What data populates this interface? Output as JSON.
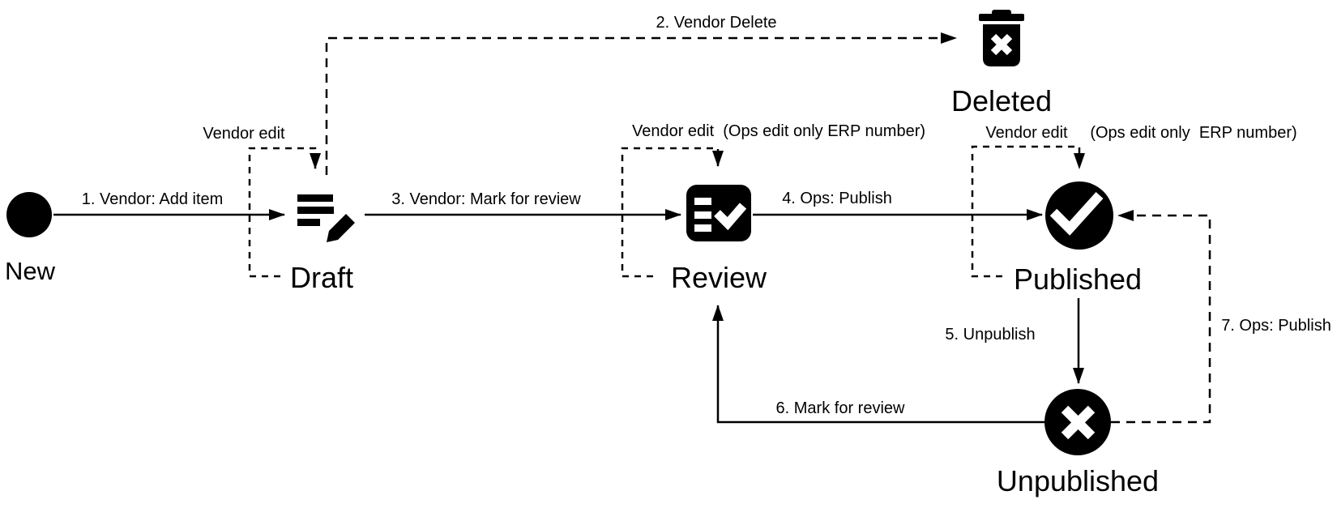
{
  "colors": {
    "ink": "#000000",
    "paper": "#ffffff"
  },
  "states": {
    "new": {
      "label": "New",
      "icon": "filled-circle-icon"
    },
    "draft": {
      "label": "Draft",
      "icon": "edit-lines-pencil-icon",
      "loop_label": "Vendor edit"
    },
    "review": {
      "label": "Review",
      "icon": "checklist-card-icon",
      "loop_label": "Vendor edit  (Ops edit only ERP number)"
    },
    "published": {
      "label": "Published",
      "icon": "check-circle-icon",
      "loop_label": "Vendor edit",
      "loop_label_note": "(Ops edit only  ERP number)"
    },
    "unpublished": {
      "label": "Unpublished",
      "icon": "x-circle-icon"
    },
    "deleted": {
      "label": "Deleted",
      "icon": "trash-x-icon"
    }
  },
  "transitions": {
    "t1": {
      "label": "1. Vendor: Add item",
      "from": "New",
      "to": "Draft",
      "line": "solid"
    },
    "t2": {
      "label": "2. Vendor Delete",
      "from": "Draft",
      "to": "Deleted",
      "line": "dashed"
    },
    "t3": {
      "label": "3. Vendor: Mark for review",
      "from": "Draft",
      "to": "Review",
      "line": "solid"
    },
    "t4": {
      "label": "4. Ops: Publish",
      "from": "Review",
      "to": "Published",
      "line": "solid"
    },
    "t5": {
      "label": "5. Unpublish",
      "from": "Published",
      "to": "Unpublished",
      "line": "solid"
    },
    "t6": {
      "label": "6. Mark for review",
      "from": "Unpublished",
      "to": "Review",
      "line": "solid"
    },
    "t7": {
      "label": "7. Ops: Publish",
      "from": "Unpublished",
      "to": "Published",
      "line": "dashed"
    }
  }
}
